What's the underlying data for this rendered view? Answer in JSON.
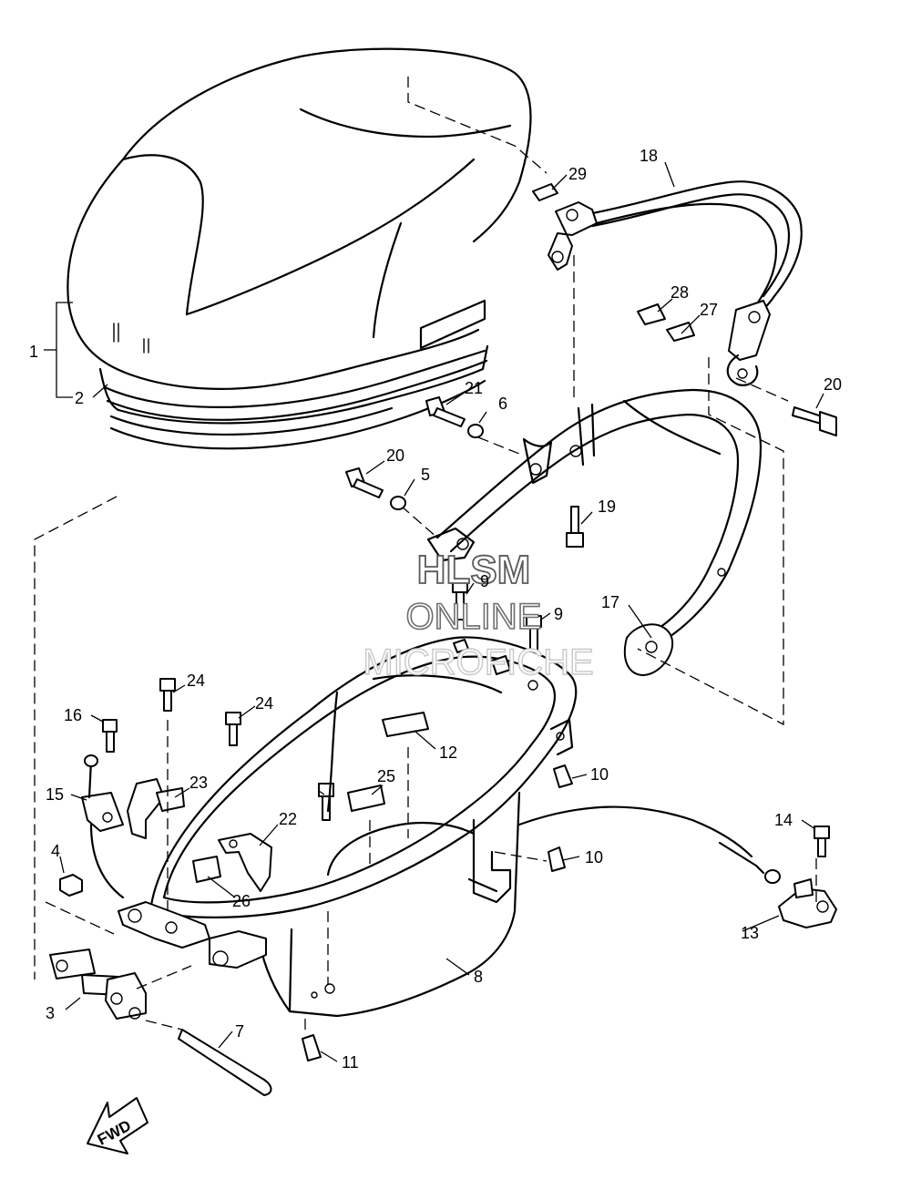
{
  "callouts": [
    {
      "id": "1",
      "text": "1"
    },
    {
      "id": "2",
      "text": "2"
    },
    {
      "id": "3",
      "text": "3"
    },
    {
      "id": "4",
      "text": "4"
    },
    {
      "id": "5",
      "text": "5"
    },
    {
      "id": "6",
      "text": "6"
    },
    {
      "id": "7",
      "text": "7"
    },
    {
      "id": "8",
      "text": "8"
    },
    {
      "id": "9a",
      "text": "9"
    },
    {
      "id": "9b",
      "text": "9"
    },
    {
      "id": "10a",
      "text": "10"
    },
    {
      "id": "10b",
      "text": "10"
    },
    {
      "id": "11",
      "text": "11"
    },
    {
      "id": "12",
      "text": "12"
    },
    {
      "id": "13",
      "text": "13"
    },
    {
      "id": "14",
      "text": "14"
    },
    {
      "id": "15",
      "text": "15"
    },
    {
      "id": "16",
      "text": "16"
    },
    {
      "id": "17",
      "text": "17"
    },
    {
      "id": "18",
      "text": "18"
    },
    {
      "id": "19",
      "text": "19"
    },
    {
      "id": "20a",
      "text": "20"
    },
    {
      "id": "20b",
      "text": "20"
    },
    {
      "id": "21",
      "text": "21"
    },
    {
      "id": "22",
      "text": "22"
    },
    {
      "id": "23",
      "text": "23"
    },
    {
      "id": "24a",
      "text": "24"
    },
    {
      "id": "24b",
      "text": "24"
    },
    {
      "id": "25",
      "text": "25"
    },
    {
      "id": "26",
      "text": "26"
    },
    {
      "id": "27",
      "text": "27"
    },
    {
      "id": "28",
      "text": "28"
    },
    {
      "id": "29",
      "text": "29"
    }
  ],
  "watermark": {
    "line1": "HLSM",
    "line2": "ONLINE",
    "line3": "MICROFICHE"
  },
  "direction_arrow": {
    "label": "FWD"
  }
}
